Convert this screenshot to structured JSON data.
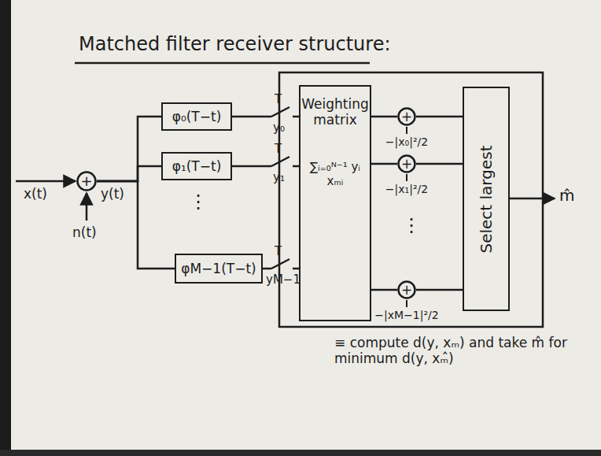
{
  "diagram": {
    "title": "Matched filter receiver structure:",
    "nodes": [
      {
        "text": [
          "+"
        ]
      },
      {
        "text": [
          "φ₀(T−t)"
        ]
      },
      {
        "text": [
          "φ₁(T−t)"
        ]
      },
      {
        "text": [
          "φM−1(T−t)"
        ]
      },
      {
        "text": [
          "Weighting matrix",
          "∑ᵢ₌₀ᴺ⁻¹ yᵢ xₘᵢ"
        ]
      },
      {
        "text": [
          "+"
        ]
      },
      {
        "text": [
          "+"
        ]
      },
      {
        "text": [
          "+"
        ]
      },
      {
        "text": [
          "Select largest"
        ]
      }
    ],
    "edges": [
      {
        "from": 0,
        "to": 1,
        "arrow": "none"
      },
      {
        "from": 0,
        "to": 2,
        "arrow": "none"
      },
      {
        "from": 0,
        "to": 3,
        "arrow": "none"
      },
      {
        "from": 1,
        "to": 4,
        "arrow": "none"
      },
      {
        "from": 2,
        "to": 4,
        "arrow": "none"
      },
      {
        "from": 3,
        "to": 4,
        "arrow": "none"
      },
      {
        "from": 4,
        "to": 5,
        "arrow": "none"
      },
      {
        "from": 4,
        "to": 6,
        "arrow": "none"
      },
      {
        "from": 4,
        "to": 7,
        "arrow": "none"
      },
      {
        "from": 5,
        "to": 8,
        "arrow": "none"
      },
      {
        "from": 6,
        "to": 8,
        "arrow": "none"
      },
      {
        "from": 7,
        "to": 8,
        "arrow": "none"
      }
    ],
    "labels": [
      "x(t)",
      "n(t)",
      "y(t)",
      "⋮",
      "T",
      "y₀",
      "T",
      "y₁",
      "T",
      "yM−1",
      "−|x₀|²/2",
      "−|x₁|²/2",
      "⋮",
      "−|xM−1|²/2",
      "m̂",
      "≡ compute d(y, xₘ) and take m̂ for minimum d(y, xₘ̂)"
    ]
  }
}
